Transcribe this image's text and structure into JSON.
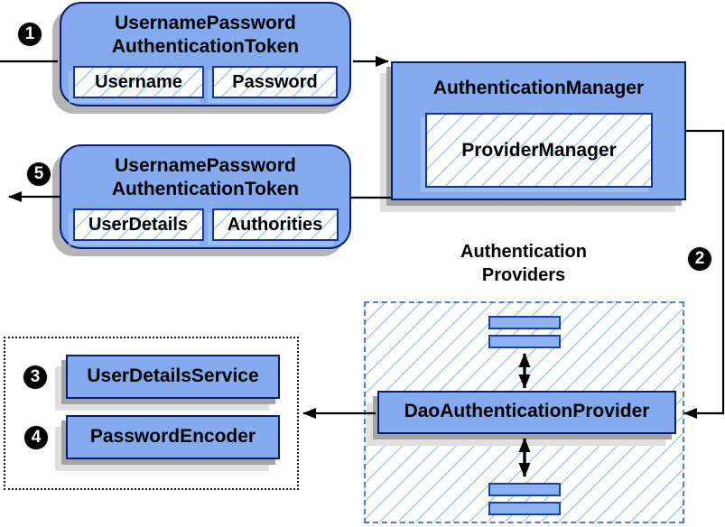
{
  "colors": {
    "node_fill": "#83ABEE",
    "node_border": "#0A1C72",
    "field_border": "#1A338F",
    "bar_fill": "#8CB4F0",
    "bar_border": "#1B3FA8",
    "hatch_line": "#A5C9F0",
    "dashed_blue": "#4D80C2",
    "badge_bg": "#000000",
    "badge_fg": "#FFFFFF",
    "arrow": "#000000"
  },
  "nodes": {
    "token_request": {
      "badge": "1",
      "title_line1": "UsernamePassword",
      "title_line2": "AuthenticationToken",
      "fields": [
        "Username",
        "Password"
      ]
    },
    "token_response": {
      "badge": "5",
      "title_line1": "UsernamePassword",
      "title_line2": "AuthenticationToken",
      "fields": [
        "UserDetails",
        "Authorities"
      ]
    },
    "authentication_manager": {
      "title": "AuthenticationManager",
      "inner": "ProviderManager"
    },
    "providers_heading": {
      "line1": "Authentication",
      "line2": "Providers"
    },
    "dao_authentication_provider": {
      "title": "DaoAuthenticationProvider",
      "badge": "2"
    },
    "user_details_service": {
      "title": "UserDetailsService",
      "badge": "3"
    },
    "password_encoder": {
      "title": "PasswordEncoder",
      "badge": "4"
    }
  }
}
